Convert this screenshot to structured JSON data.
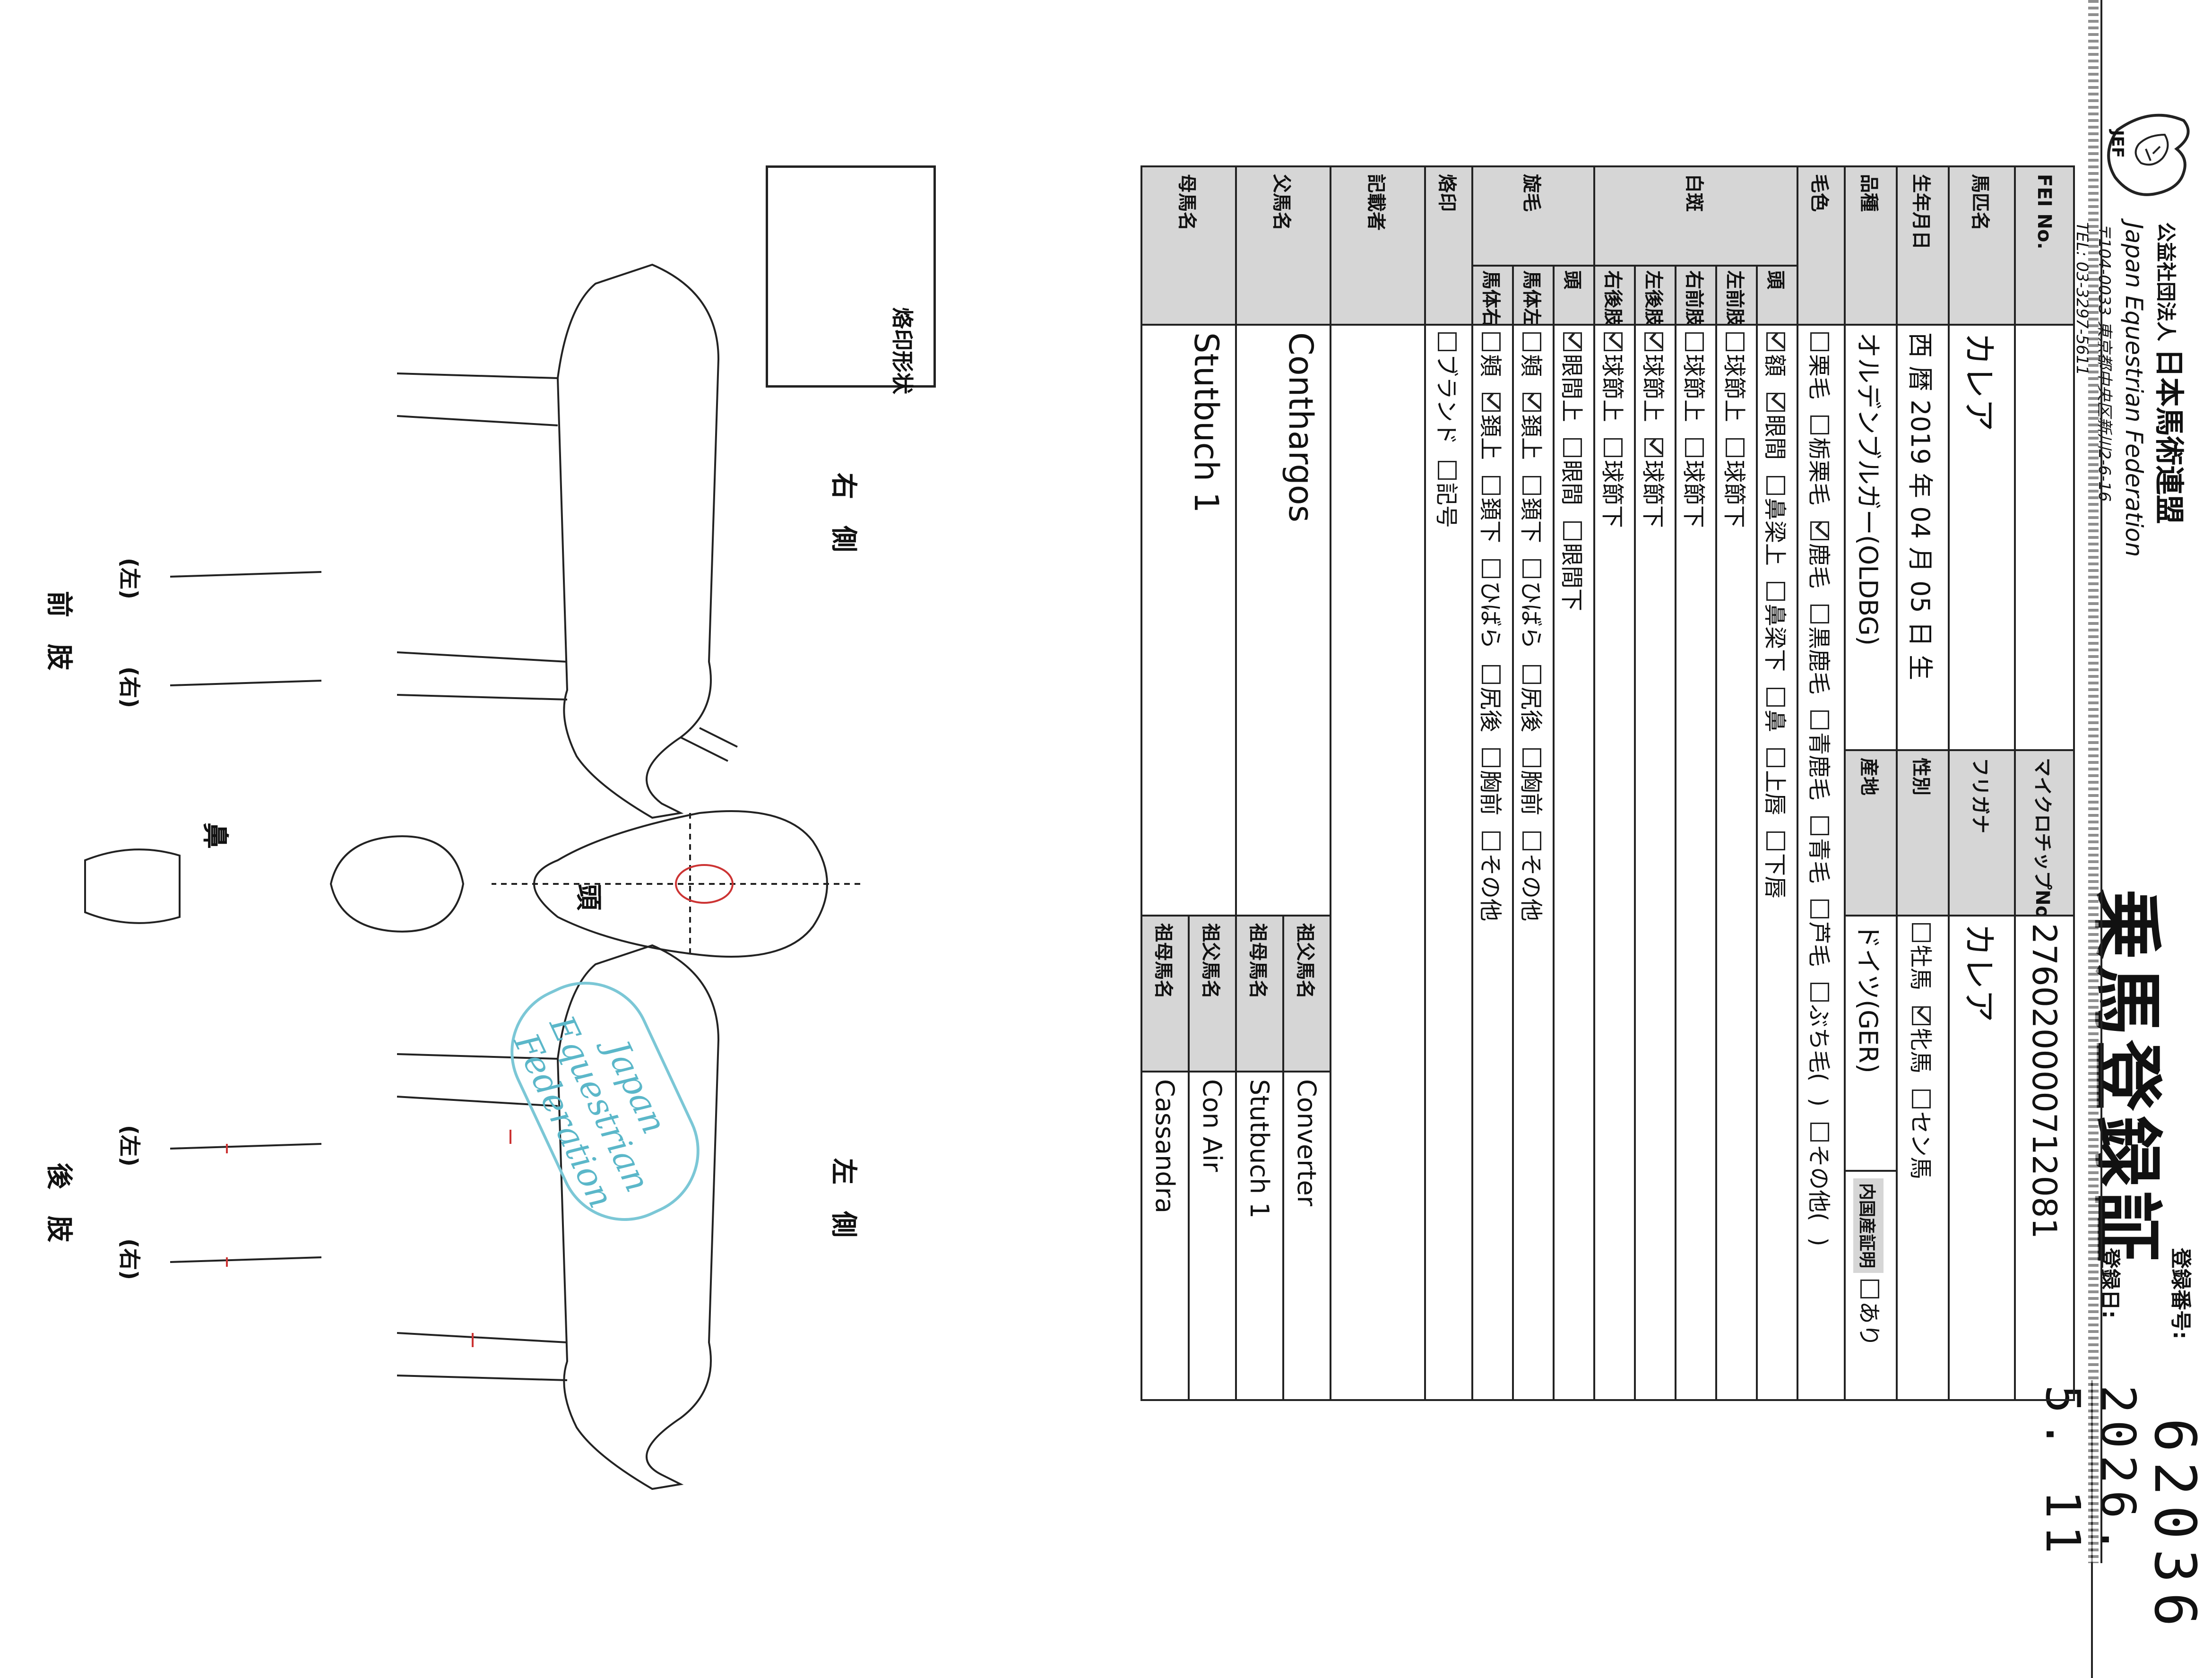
{
  "header": {
    "org_prefix": "公益社団法人",
    "org_name": "日本馬術連盟",
    "org_name_en": "Japan Equestrian Federation",
    "address": "〒104-0033 東京都中央区新川2-6-16",
    "tel": "TEL: 03-3297-5611",
    "logo_text": "JEF",
    "title": "乗馬登録証",
    "reg_no_label": "登録番号:",
    "reg_no": "62036",
    "reg_date_label": "登録日:",
    "reg_date": "2026. 5. 11"
  },
  "labels": {
    "fei_no": "FEI No.",
    "microchip": "マイクロチップNo.",
    "horse_name": "馬匹名",
    "furigana": "フリガナ",
    "birth_date": "生年月日",
    "sex": "性別",
    "breed": "品種",
    "origin": "産地",
    "domestic": "内国産証明",
    "coat": "毛色",
    "white_marks": "白斑",
    "whorls": "旋毛",
    "brand": "烙印",
    "recorder": "記載者",
    "sire": "父馬名",
    "dam": "母馬名",
    "sire_sire": "祖父馬名",
    "sire_dam": "祖母馬名",
    "dam_sire": "祖父馬名",
    "dam_dam": "祖母馬名"
  },
  "values": {
    "fei_no": "",
    "microchip": "276020000712081",
    "horse_name": "カレア",
    "furigana": "カレア",
    "birth_date": "西 暦 2019 年 04 月 05 日 生",
    "breed": "オルデンブルガー(OLDBG)",
    "origin": "ドイツ(GER)",
    "sire": "Conthargos",
    "dam": "Stutbuch 1",
    "sire_sire": "Converter",
    "sire_dam": "Stutbuch 1",
    "dam_sire": "Con Air",
    "dam_dam": "Cassandra"
  },
  "sex_options": [
    {
      "label": "牡馬",
      "checked": false
    },
    {
      "label": "牝馬",
      "checked": true
    },
    {
      "label": "セン馬",
      "checked": false
    }
  ],
  "domestic_options": [
    {
      "label": "あり",
      "checked": false
    }
  ],
  "coat_options": [
    {
      "label": "栗毛",
      "checked": false
    },
    {
      "label": "栃栗毛",
      "checked": false
    },
    {
      "label": "鹿毛",
      "checked": true
    },
    {
      "label": "黒鹿毛",
      "checked": false
    },
    {
      "label": "青鹿毛",
      "checked": false
    },
    {
      "label": "青毛",
      "checked": false
    },
    {
      "label": "芦毛",
      "checked": false
    },
    {
      "label": "ぶち毛(",
      "checked": false
    },
    {
      "label": ")",
      "checked": null
    },
    {
      "label": "その他(",
      "checked": false
    },
    {
      "label": ")",
      "checked": null
    }
  ],
  "white_marks": [
    {
      "sub": "頭",
      "options": [
        {
          "label": "額",
          "checked": true
        },
        {
          "label": "眼間",
          "checked": true
        },
        {
          "label": "鼻梁上",
          "checked": false
        },
        {
          "label": "鼻梁下",
          "checked": false
        },
        {
          "label": "鼻",
          "checked": false
        },
        {
          "label": "上唇",
          "checked": false
        },
        {
          "label": "下唇",
          "checked": false
        }
      ]
    },
    {
      "sub": "左前肢",
      "options": [
        {
          "label": "球節上",
          "checked": false
        },
        {
          "label": "球節下",
          "checked": false
        }
      ]
    },
    {
      "sub": "右前肢",
      "options": [
        {
          "label": "球節上",
          "checked": false
        },
        {
          "label": "球節下",
          "checked": false
        }
      ]
    },
    {
      "sub": "左後肢",
      "options": [
        {
          "label": "球節上",
          "checked": true
        },
        {
          "label": "球節下",
          "checked": true
        }
      ]
    },
    {
      "sub": "右後肢",
      "options": [
        {
          "label": "球節上",
          "checked": true
        },
        {
          "label": "球節下",
          "checked": false
        }
      ]
    }
  ],
  "whorls": [
    {
      "sub": "頭",
      "options": [
        {
          "label": "眼間上",
          "checked": true
        },
        {
          "label": "眼間",
          "checked": false
        },
        {
          "label": "眼間下",
          "checked": false
        }
      ]
    },
    {
      "sub": "馬体左",
      "options": [
        {
          "label": "頬",
          "checked": false
        },
        {
          "label": "頚上",
          "checked": true
        },
        {
          "label": "頚下",
          "checked": false
        },
        {
          "label": "ひばら",
          "checked": false
        },
        {
          "label": "尻後",
          "checked": false
        },
        {
          "label": "胸前",
          "checked": false
        },
        {
          "label": "その他",
          "checked": false
        }
      ]
    },
    {
      "sub": "馬体右",
      "options": [
        {
          "label": "頬",
          "checked": false
        },
        {
          "label": "頚上",
          "checked": true
        },
        {
          "label": "頚下",
          "checked": false
        },
        {
          "label": "ひばら",
          "checked": false
        },
        {
          "label": "尻後",
          "checked": false
        },
        {
          "label": "胸前",
          "checked": false
        },
        {
          "label": "その他",
          "checked": false
        }
      ]
    }
  ],
  "brand_options": [
    {
      "label": "ブランド",
      "checked": false
    },
    {
      "label": "記号",
      "checked": false
    }
  ],
  "drawings": {
    "brand_shape_label": "烙印形状",
    "right_side": "右　側",
    "left_side": "左　側",
    "head": "頭",
    "nose": "鼻",
    "forelimbs": "前　肢",
    "hindlimbs": "後　肢",
    "left": "(左)",
    "right": "(右)"
  },
  "stamp": {
    "line1": "Japan",
    "line2": "Equestrian",
    "line3": "Federation"
  }
}
